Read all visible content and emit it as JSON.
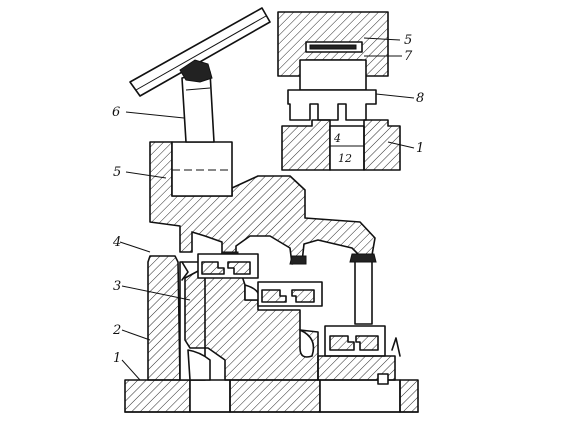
{
  "labels": {
    "main_1": "1",
    "main_2": "2",
    "main_3": "3",
    "main_4": "4",
    "main_5": "5",
    "main_6": "6",
    "inset_5": "5",
    "inset_7": "7",
    "inset_8": "8",
    "inset_1": "1",
    "inset_4": "4",
    "inset_12": "12"
  },
  "colors": {
    "ink": "#111111",
    "paper": "#ffffff"
  }
}
